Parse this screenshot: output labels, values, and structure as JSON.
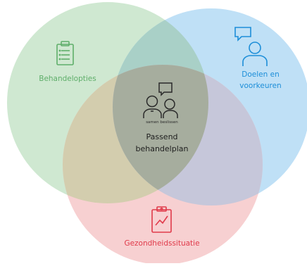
{
  "diagram": {
    "circles": {
      "green": {
        "label": "Behandelopties",
        "fill": "#9fd0a6",
        "text_color": "#5fae6a",
        "icon": "clipboard-list-icon"
      },
      "blue": {
        "label_line1": "Doelen en",
        "label_line2": "voorkeuren",
        "fill": "#7dc2ef",
        "text_color": "#1d8ed8",
        "icon": "person-speech-bubble-icon"
      },
      "red": {
        "label": "Gezondheidssituatie",
        "fill": "#f2a2a6",
        "text_color": "#e03a4a",
        "icon": "clipboard-chart-icon"
      }
    },
    "center": {
      "icon": "two-people-speech-bubble-icon",
      "caption": "samen beslissen",
      "title_line1": "Passend",
      "title_line2": "behandelplan",
      "icon_color": "#2a2a2a"
    }
  }
}
